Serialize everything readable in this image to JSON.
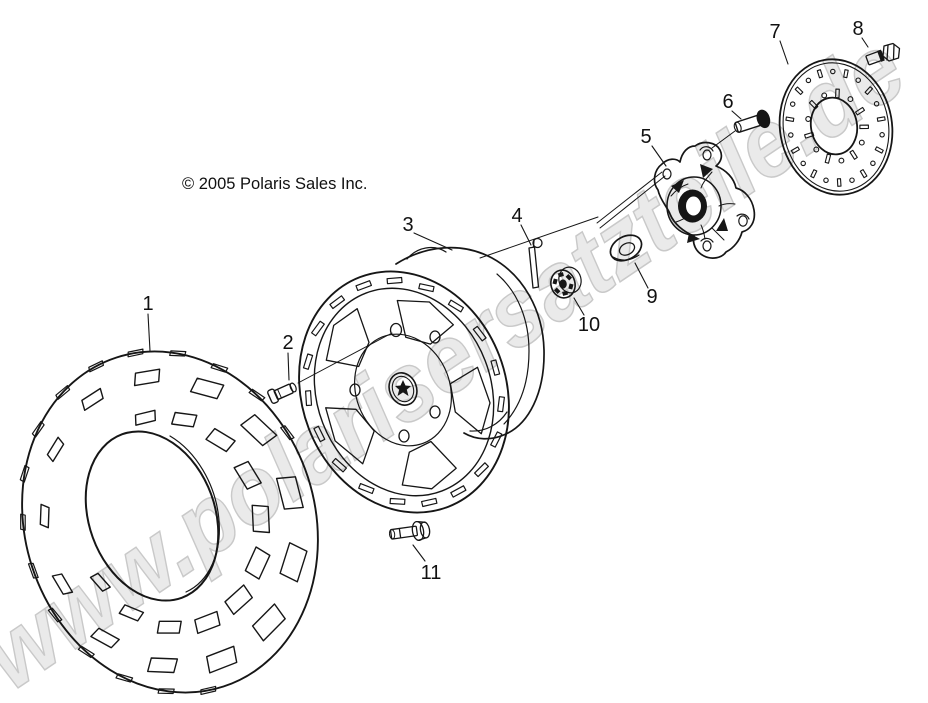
{
  "diagram": {
    "copyright": "© 2005 Polaris Sales Inc.",
    "watermark": "www.polarisersatzteile.de",
    "callouts": [
      {
        "label": "1"
      },
      {
        "label": "2"
      },
      {
        "label": "3"
      },
      {
        "label": "4"
      },
      {
        "label": "5"
      },
      {
        "label": "6"
      },
      {
        "label": "7"
      },
      {
        "label": "8"
      },
      {
        "label": "9"
      },
      {
        "label": "10"
      },
      {
        "label": "11"
      }
    ],
    "colors": {
      "background": "#ffffff",
      "line": "#161616",
      "watermark_fill": "#eaeaea",
      "watermark_stroke": "#c9c9c9"
    }
  }
}
